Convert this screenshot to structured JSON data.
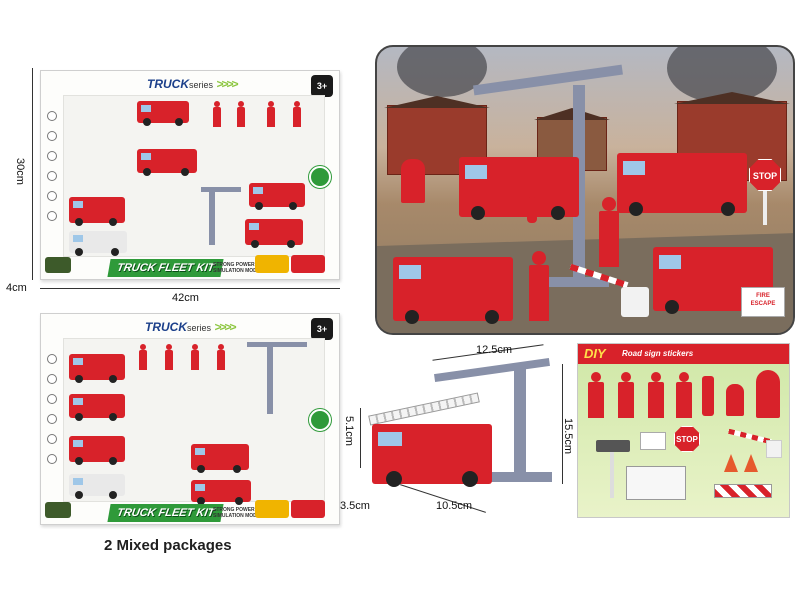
{
  "package_top": {
    "brand": "TRUCK",
    "brand_suffix": "series",
    "age_badge": "3+",
    "kit_title": "TRUCK FLEET KIT",
    "kit_subtitle_line1": "STRONG POWER",
    "kit_subtitle_line2": "SIMULATION MODE",
    "dimension_height": "30cm",
    "dimension_depth": "4cm",
    "dimension_width": "42cm"
  },
  "package_bottom": {
    "brand": "TRUCK",
    "brand_suffix": "series",
    "age_badge": "3+",
    "kit_title": "TRUCK FLEET KIT",
    "kit_subtitle_line1": "STRONG POWER",
    "kit_subtitle_line2": "SIMULATION MODE"
  },
  "caption": "2 Mixed packages",
  "scene": {
    "stop_sign": "STOP",
    "fire_escape_sign_line1": "FIRE",
    "fire_escape_sign_line2": "ESCAPE"
  },
  "detail": {
    "dim_crane_width": "12.5cm",
    "dim_truck_height": "5.1cm",
    "dim_crane_height": "15.5cm",
    "dim_truck_depth": "3.5cm",
    "dim_truck_length": "10.5cm"
  },
  "stickers": {
    "header_diy": "DIY",
    "header_text": "Road sign stickers",
    "stop_sign": "STOP"
  },
  "colors": {
    "toy_red": "#d8222a",
    "brand_blue": "#1b3f8a",
    "accent_green": "#2f9a3a",
    "crane_gray": "#8890a8"
  }
}
